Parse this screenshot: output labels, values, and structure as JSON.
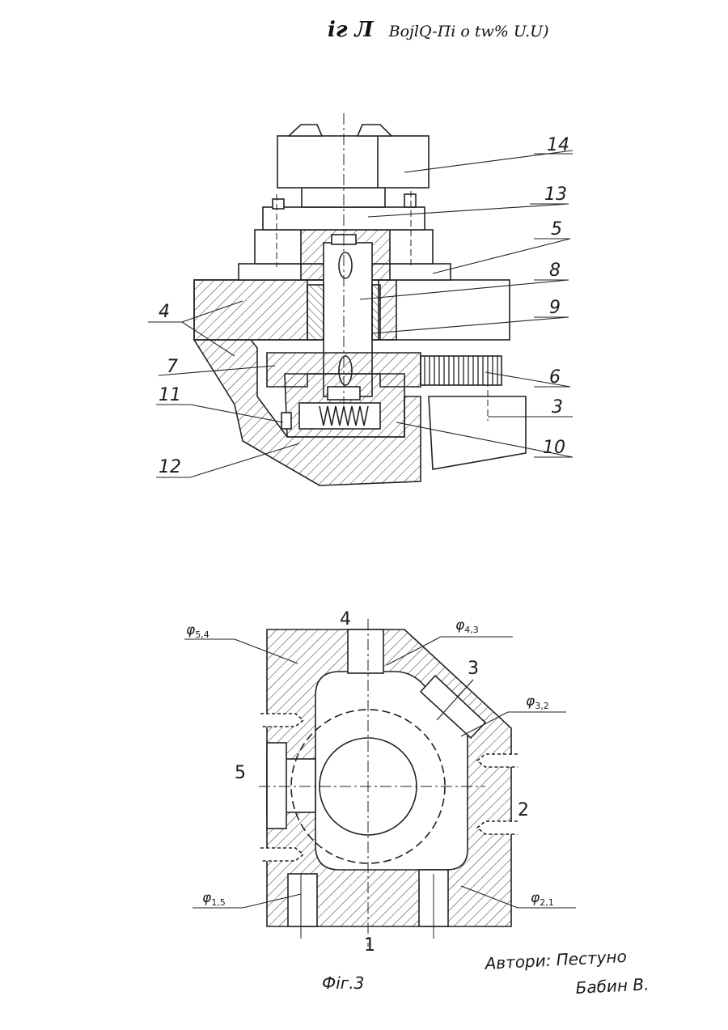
{
  "header": {
    "mark": "іг Л",
    "text": "BojlQ-Пі o tw% U.U)"
  },
  "fig2": {
    "labels": [
      "14",
      "13",
      "5",
      "8",
      "4",
      "9",
      "7",
      "6",
      "11",
      "3",
      "10",
      "12"
    ]
  },
  "fig3": {
    "labels": {
      "n4": "4",
      "n3": "3",
      "n5": "5",
      "n2": "2",
      "n1": "1"
    },
    "phi": {
      "p54": {
        "base": "φ",
        "sub": "5,4"
      },
      "p43": {
        "base": "φ",
        "sub": "4,3"
      },
      "p32": {
        "base": "φ",
        "sub": "3,2"
      },
      "p15": {
        "base": "φ",
        "sub": "1,5"
      },
      "p21": {
        "base": "φ",
        "sub": "2,1"
      }
    },
    "caption": "Фіг.3"
  },
  "authors": {
    "line1": "Автори: Пестуно",
    "line2": "Бабин В."
  }
}
